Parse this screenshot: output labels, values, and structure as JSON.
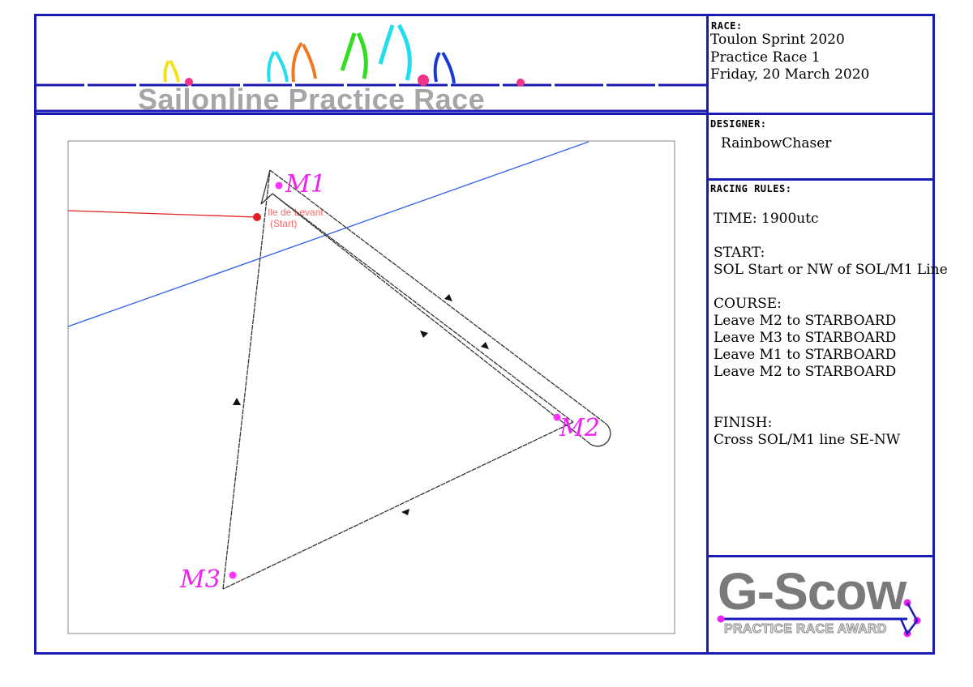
{
  "banner": {
    "title": "Sailonline Practice Race"
  },
  "race": {
    "label": "RACE:",
    "lines": [
      "Toulon Sprint 2020",
      "Practice Race 1",
      "Friday, 20 March 2020"
    ]
  },
  "designer": {
    "label": "DESIGNER:",
    "name": "RainbowChaser"
  },
  "rules": {
    "label": "RACING RULES:",
    "time": "TIME: 1900utc",
    "start_heading": "START:",
    "start_text": "SOL Start or NW of SOL/M1 Line",
    "course_heading": "COURSE:",
    "course_legs": [
      "Leave M2 to STARBOARD",
      "Leave M3 to STARBOARD",
      "Leave M1 to STARBOARD",
      "Leave M2 to STARBOARD"
    ],
    "finish_heading": "FINISH:",
    "finish_text": "Cross SOL/M1 line SE-NW"
  },
  "map": {
    "marks": [
      "M1",
      "M2",
      "M3"
    ],
    "start_label_line1": "Ile de Levant",
    "start_label_line2": "(Start)",
    "colors": {
      "route": "#333333",
      "start_line": "#e02020",
      "blue_line": "#2f5fe8",
      "mark": "#ff33ff",
      "frame": "#1a1ab4"
    }
  },
  "logo": {
    "brand": "G-Scow",
    "award": "PRACTICE RACE AWARD"
  }
}
